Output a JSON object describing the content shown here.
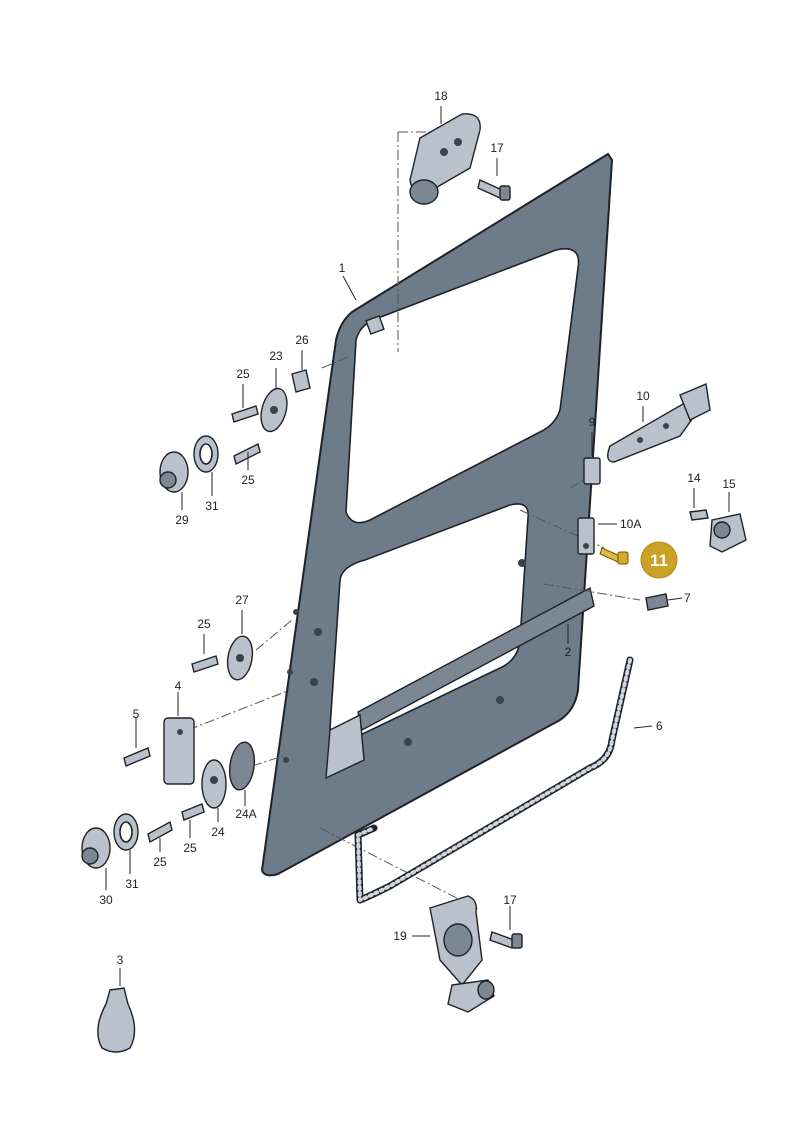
{
  "labels": {
    "p1": "1",
    "p2": "2",
    "p3": "3",
    "p4": "4",
    "p5": "5",
    "p6": "6",
    "p7": "7",
    "p9": "9",
    "p10": "10",
    "p10a": "10A",
    "p14": "14",
    "p15": "15",
    "p17a": "17",
    "p17b": "17",
    "p18": "18",
    "p19": "19",
    "p23": "23",
    "p24": "24",
    "p24a": "24A",
    "p25a": "25",
    "p25b": "25",
    "p25c": "25",
    "p25d": "25",
    "p25e": "25",
    "p26": "26",
    "p27": "27",
    "p29": "29",
    "p30": "30",
    "p31a": "31",
    "p31b": "31"
  },
  "highlight": {
    "text": "11",
    "color": "#c9a227"
  }
}
